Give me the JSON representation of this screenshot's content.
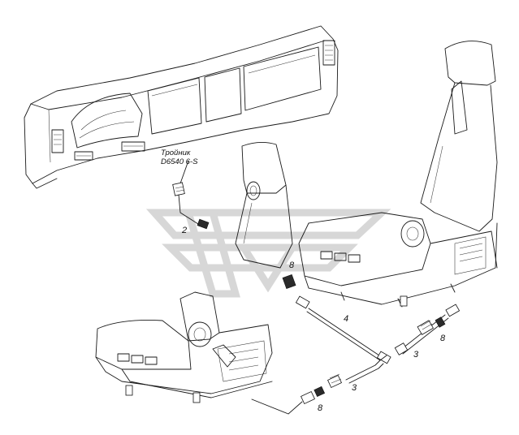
{
  "callouts": {
    "tee_name": "Тройник",
    "tee_code": "D6540 6-S",
    "c2": "2",
    "c4": "4",
    "c3a": "3",
    "c3b": "3",
    "c8a": "8",
    "c8b": "8",
    "c8c": "8"
  }
}
